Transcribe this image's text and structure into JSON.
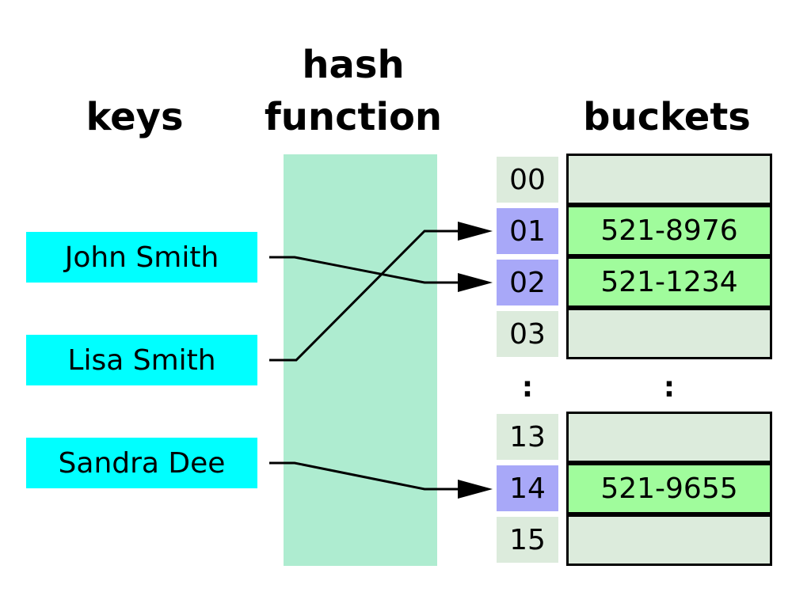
{
  "headings": {
    "keys": "keys",
    "hash_line1": "hash",
    "hash_line2": "function",
    "buckets": "buckets"
  },
  "keys": [
    "John Smith",
    "Lisa Smith",
    "Sandra Dee"
  ],
  "indices_top": [
    "00",
    "01",
    "02",
    "03"
  ],
  "indices_bottom": [
    "13",
    "14",
    "15"
  ],
  "buckets_top": [
    "",
    "521-8976",
    "521-1234",
    ""
  ],
  "buckets_bottom": [
    "",
    "521-9655",
    ""
  ],
  "ellipsis": ":",
  "mappings": [
    {
      "key": "John Smith",
      "index": "02"
    },
    {
      "key": "Lisa Smith",
      "index": "01"
    },
    {
      "key": "Sandra Dee",
      "index": "14"
    }
  ],
  "colors": {
    "key_fill": "#00ffff",
    "hash_fill": "#aeecd0",
    "index_fill": "#dcebdc",
    "index_used_fill": "#a8a8f8",
    "bucket_empty_fill": "#dcebdc",
    "bucket_filled_fill": "#a0fc9c"
  }
}
